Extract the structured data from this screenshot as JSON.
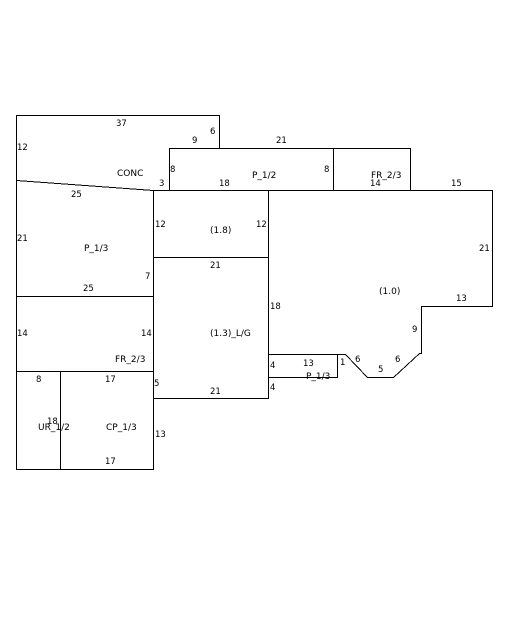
{
  "areas": {
    "conc": "CONC",
    "p_half_top": "P_1/2",
    "fr_two_thirds_top": "FR_2/3",
    "p_third_left": "P_1/3",
    "area_1_8": "(1.8)",
    "area_1_0": "(1.0)",
    "area_1_3_lg": "(1.3)_L/G",
    "fr_two_thirds_left": "FR_2/3",
    "p_third_bottom": "P_1/3",
    "ur_half": "UR_1/2",
    "cp_third": "CP_1/3"
  },
  "dimensions": {
    "d37": "37",
    "d6_top": "6",
    "d9_top": "9",
    "d12_left_top": "12",
    "d21_p_half_top": "21",
    "d8_p_half_left": "8",
    "d8_p_half_right": "8",
    "d18_p_half_bottom": "18",
    "d3": "3",
    "d14_fr_top": "14",
    "d15": "15",
    "d25_upper": "25",
    "d21_left": "21",
    "d12_room18_left": "12",
    "d12_room18_right": "12",
    "d21_room18_bottom": "21",
    "d7": "7",
    "d21_right": "21",
    "d13_right": "13",
    "d25_lower": "25",
    "d18_mid": "18",
    "d14_left": "14",
    "d14_inner": "14",
    "d9_right": "9",
    "d6_bay_left": "6",
    "d6_bay_right": "6",
    "d5_bay": "5",
    "d1": "1",
    "d13_porch": "13",
    "d4_upper": "4",
    "d4_lower": "4",
    "d8_ur": "8",
    "d17_cp_top": "17",
    "d5_left": "5",
    "d21_lg_bottom": "21",
    "d18_ur": "18",
    "d13_cp_right": "13",
    "d17_cp_bottom": "17"
  }
}
